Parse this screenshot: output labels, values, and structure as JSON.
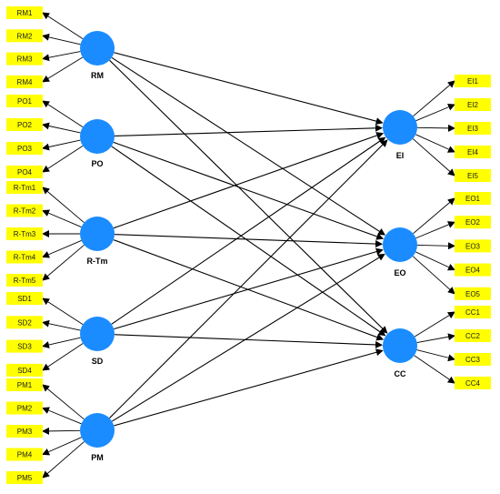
{
  "colors": {
    "construct_fill": "#1a8cff",
    "indicator_fill": "#ffff00",
    "arrow": "#000000"
  },
  "constructs": [
    {
      "id": "RM",
      "label": "RM",
      "indicators": [
        "RM1",
        "RM2",
        "RM3",
        "RM4"
      ]
    },
    {
      "id": "PO",
      "label": "PO",
      "indicators": [
        "PO1",
        "PO2",
        "PO3",
        "PO4"
      ]
    },
    {
      "id": "RTm",
      "label": "R-Tm",
      "indicators": [
        "R-Tm1",
        "R-Tm2",
        "R-Tm3",
        "R-Tm4",
        "R-Tm5"
      ]
    },
    {
      "id": "SD",
      "label": "SD",
      "indicators": [
        "SD1",
        "SD2",
        "SD3",
        "SD4"
      ]
    },
    {
      "id": "PM",
      "label": "PM",
      "indicators": [
        "PM1",
        "PM2",
        "PM3",
        "PM4",
        "PM5"
      ]
    },
    {
      "id": "EI",
      "label": "EI",
      "indicators": [
        "EI1",
        "EI2",
        "EI3",
        "EI4",
        "EI5"
      ]
    },
    {
      "id": "EO",
      "label": "EO",
      "indicators": [
        "EO1",
        "EO2",
        "EO3",
        "EO4",
        "EO5"
      ]
    },
    {
      "id": "CC",
      "label": "CC",
      "indicators": [
        "CC1",
        "CC2",
        "CC3",
        "CC4"
      ]
    }
  ],
  "paths": [
    [
      "RM",
      "EI"
    ],
    [
      "RM",
      "EO"
    ],
    [
      "RM",
      "CC"
    ],
    [
      "PO",
      "EI"
    ],
    [
      "PO",
      "EO"
    ],
    [
      "PO",
      "CC"
    ],
    [
      "RTm",
      "EI"
    ],
    [
      "RTm",
      "EO"
    ],
    [
      "RTm",
      "CC"
    ],
    [
      "SD",
      "EI"
    ],
    [
      "SD",
      "EO"
    ],
    [
      "SD",
      "CC"
    ],
    [
      "PM",
      "EI"
    ],
    [
      "PM",
      "EO"
    ],
    [
      "PM",
      "CC"
    ]
  ]
}
